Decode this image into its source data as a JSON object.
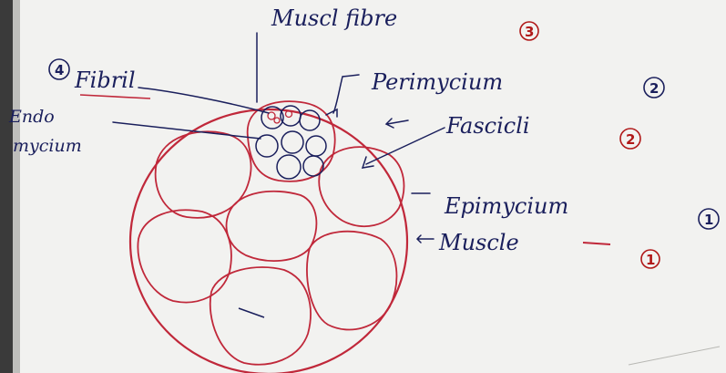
{
  "labels": {
    "muscle_fibre": "Muscl fibre",
    "muscle_fibre_num": "3",
    "fibril_num": "4",
    "fibril": "Fibril",
    "perimysium": "Perimycium",
    "perimysium_num": "2",
    "endomysium_line1": "Endo",
    "endomysium_line2": "mycium",
    "fasciculi": "Fascicli",
    "fasciculi_num": "2",
    "epimysium": "Epimycium",
    "epimysium_num": "1",
    "muscle": "Muscle",
    "muscle_num": "1"
  },
  "colors": {
    "paper": "#f2f2f0",
    "ink_blue": "#1a1f5c",
    "ink_red": "#c0283a",
    "edge_dark": "#3a3a3a"
  }
}
